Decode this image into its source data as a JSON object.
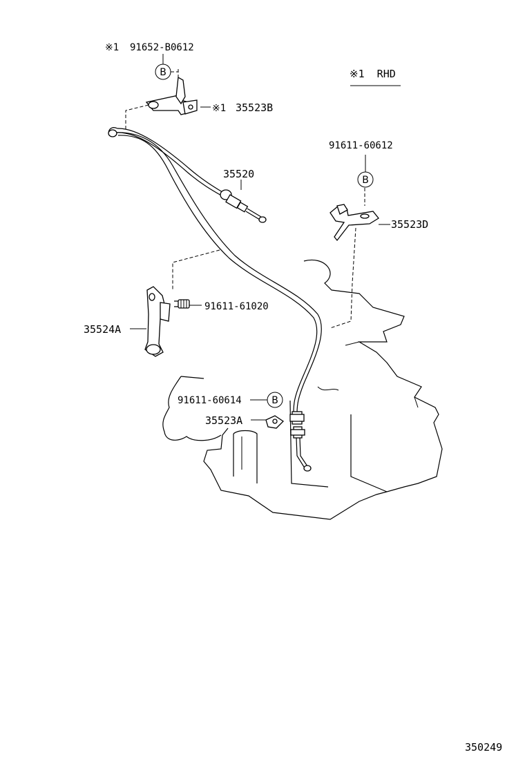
{
  "labels": {
    "note_ref_top": "※1",
    "bolt_top": "91652-B0612",
    "bracket_b": "35523B",
    "bracket_b_ref": "※1",
    "note_legend": "※1  RHD",
    "bolt_right": "91611-60612",
    "bracket_d": "35523D",
    "cable": "35520",
    "bolt_mid": "91611-61020",
    "lever": "35524A",
    "bolt_low": "91611-60614",
    "bracket_a": "35523A",
    "circle_b": "B",
    "diagram_number": "350249"
  }
}
